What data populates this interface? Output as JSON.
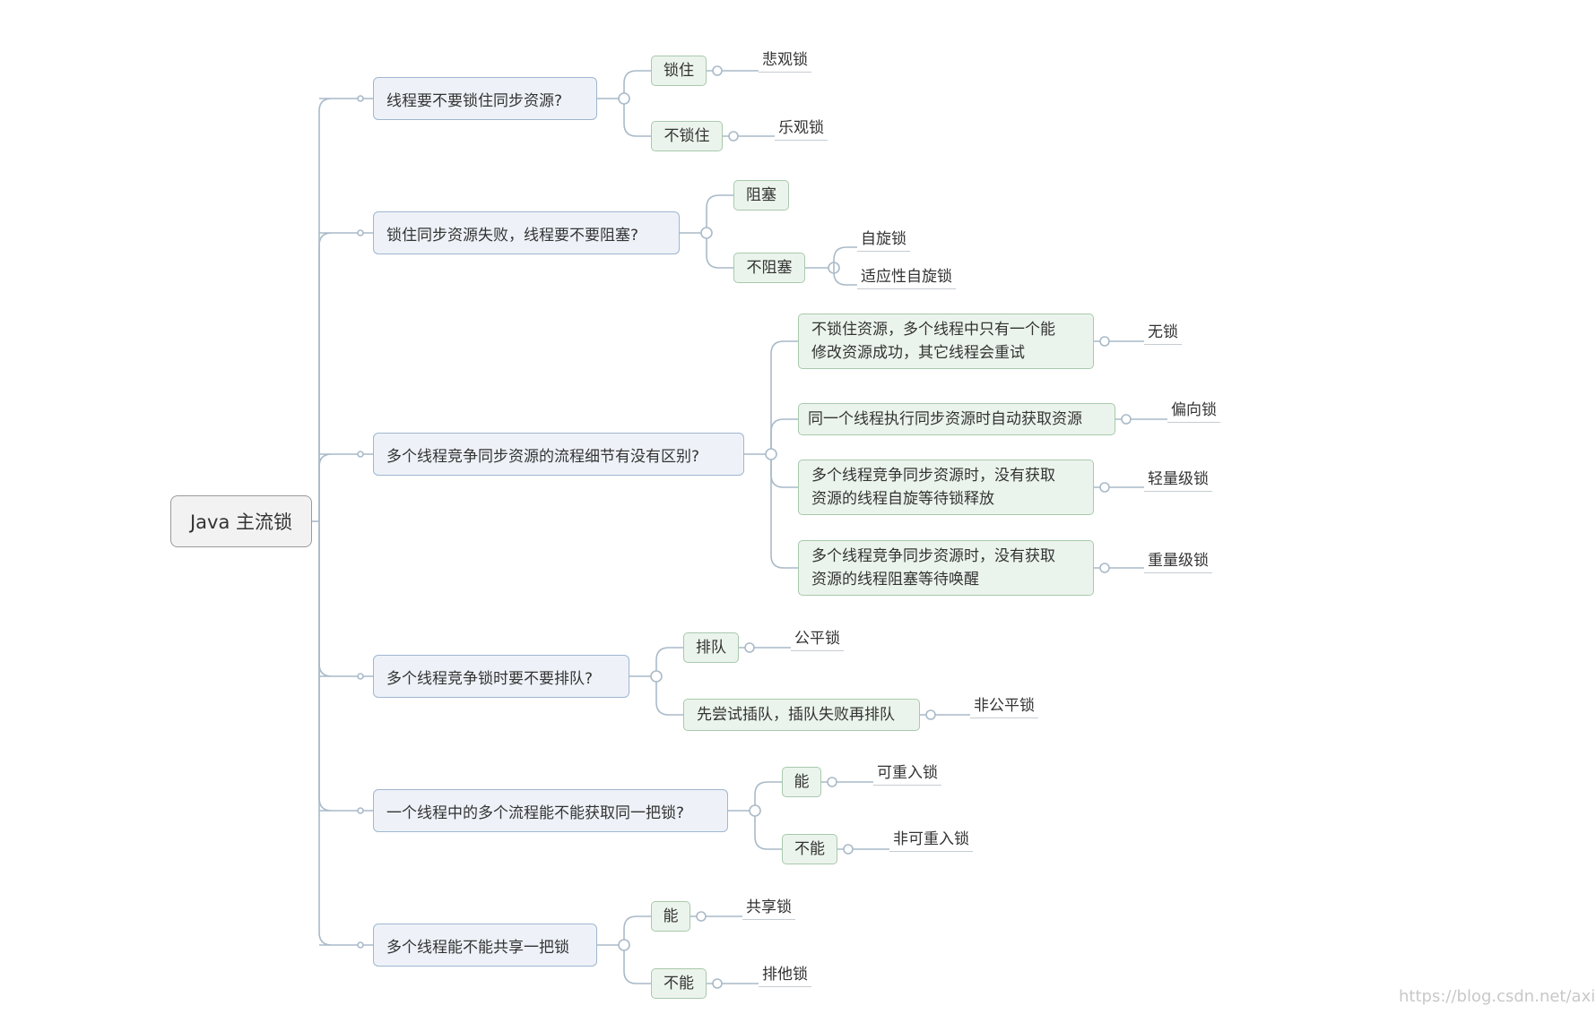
{
  "root": {
    "label": "Java 主流锁"
  },
  "branches": [
    {
      "question": "线程要不要锁住同步资源?",
      "answers": [
        {
          "label": "锁住",
          "leaf": "悲观锁"
        },
        {
          "label": "不锁住",
          "leaf": "乐观锁"
        }
      ]
    },
    {
      "question": "锁住同步资源失败，线程要不要阻塞?",
      "answers": [
        {
          "label": "阻塞",
          "leaves": []
        },
        {
          "label": "不阻塞",
          "leaves": [
            "自旋锁",
            "适应性自旋锁"
          ]
        }
      ]
    },
    {
      "question": "多个线程竞争同步资源的流程细节有没有区别?",
      "answers": [
        {
          "label": "不锁住资源，多个线程中只有一个能\n修改资源成功，其它线程会重试",
          "leaf": "无锁"
        },
        {
          "label": "同一个线程执行同步资源时自动获取资源",
          "leaf": "偏向锁"
        },
        {
          "label": "多个线程竞争同步资源时，没有获取\n资源的线程自旋等待锁释放",
          "leaf": "轻量级锁"
        },
        {
          "label": "多个线程竞争同步资源时，没有获取\n资源的线程阻塞等待唤醒",
          "leaf": "重量级锁"
        }
      ]
    },
    {
      "question": "多个线程竞争锁时要不要排队?",
      "answers": [
        {
          "label": "排队",
          "leaf": "公平锁"
        },
        {
          "label": "先尝试插队，插队失败再排队",
          "leaf": "非公平锁"
        }
      ]
    },
    {
      "question": "一个线程中的多个流程能不能获取同一把锁?",
      "answers": [
        {
          "label": "能",
          "leaf": "可重入锁"
        },
        {
          "label": "不能",
          "leaf": "非可重入锁"
        }
      ]
    },
    {
      "question": "多个线程能不能共享一把锁",
      "answers": [
        {
          "label": "能",
          "leaf": "共享锁"
        },
        {
          "label": "不能",
          "leaf": "排他锁"
        }
      ]
    }
  ],
  "watermark": "https://blog.csdn.net/axi"
}
